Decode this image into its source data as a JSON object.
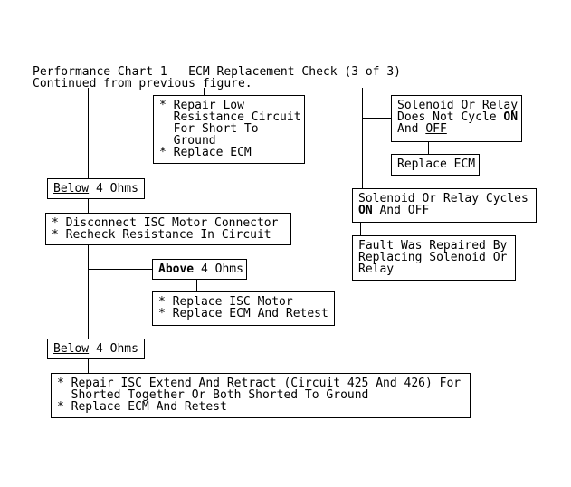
{
  "title": {
    "line1": "Performance Chart 1 – ECM Replacement Check (3 of 3)",
    "line2": "Continued from previous figure."
  },
  "boxes": {
    "repair_low": {
      "l1": "* Repair Low",
      "l2": "  Resistance Circuit",
      "l3": "  For Short To",
      "l4": "  Ground",
      "l5": "* Replace ECM"
    },
    "below_4ohms_1": {
      "underline": "Below",
      "rest": " 4 Ohms"
    },
    "disconnect": {
      "l1": "* Disconnect ISC Motor Connector",
      "l2": "* Recheck Resistance In Circuit"
    },
    "above_4ohms": {
      "bold": "Above",
      "rest": " 4 Ohms"
    },
    "replace_isc": {
      "l1": "* Replace ISC Motor",
      "l2": "* Replace ECM And Retest"
    },
    "below_4ohms_2": {
      "underline": "Below",
      "rest": " 4 Ohms"
    },
    "repair_isc_extend": {
      "l1": "* Repair ISC Extend And Retract (Circuit 425 And 426) For",
      "l2": "  Shorted Together Or Both Shorted To Ground",
      "l3": "* Replace ECM And Retest"
    },
    "solenoid_not_cycle": {
      "l1": "Solenoid Or Relay",
      "l2a": "Does Not Cycle ",
      "l2b": "ON",
      "l3a": "And ",
      "l3b": "OFF"
    },
    "replace_ecm": {
      "l1": "Replace ECM"
    },
    "solenoid_cycles": {
      "l1": "Solenoid Or Relay Cycles",
      "l2a": "ON",
      "l2b": " And ",
      "l2c": "OFF"
    },
    "fault_repaired": {
      "l1": "Fault Was Repaired By",
      "l2": "Replacing Solenoid Or",
      "l3": "Relay"
    }
  },
  "colors": {
    "background": "#ffffff",
    "ink": "#000000"
  }
}
